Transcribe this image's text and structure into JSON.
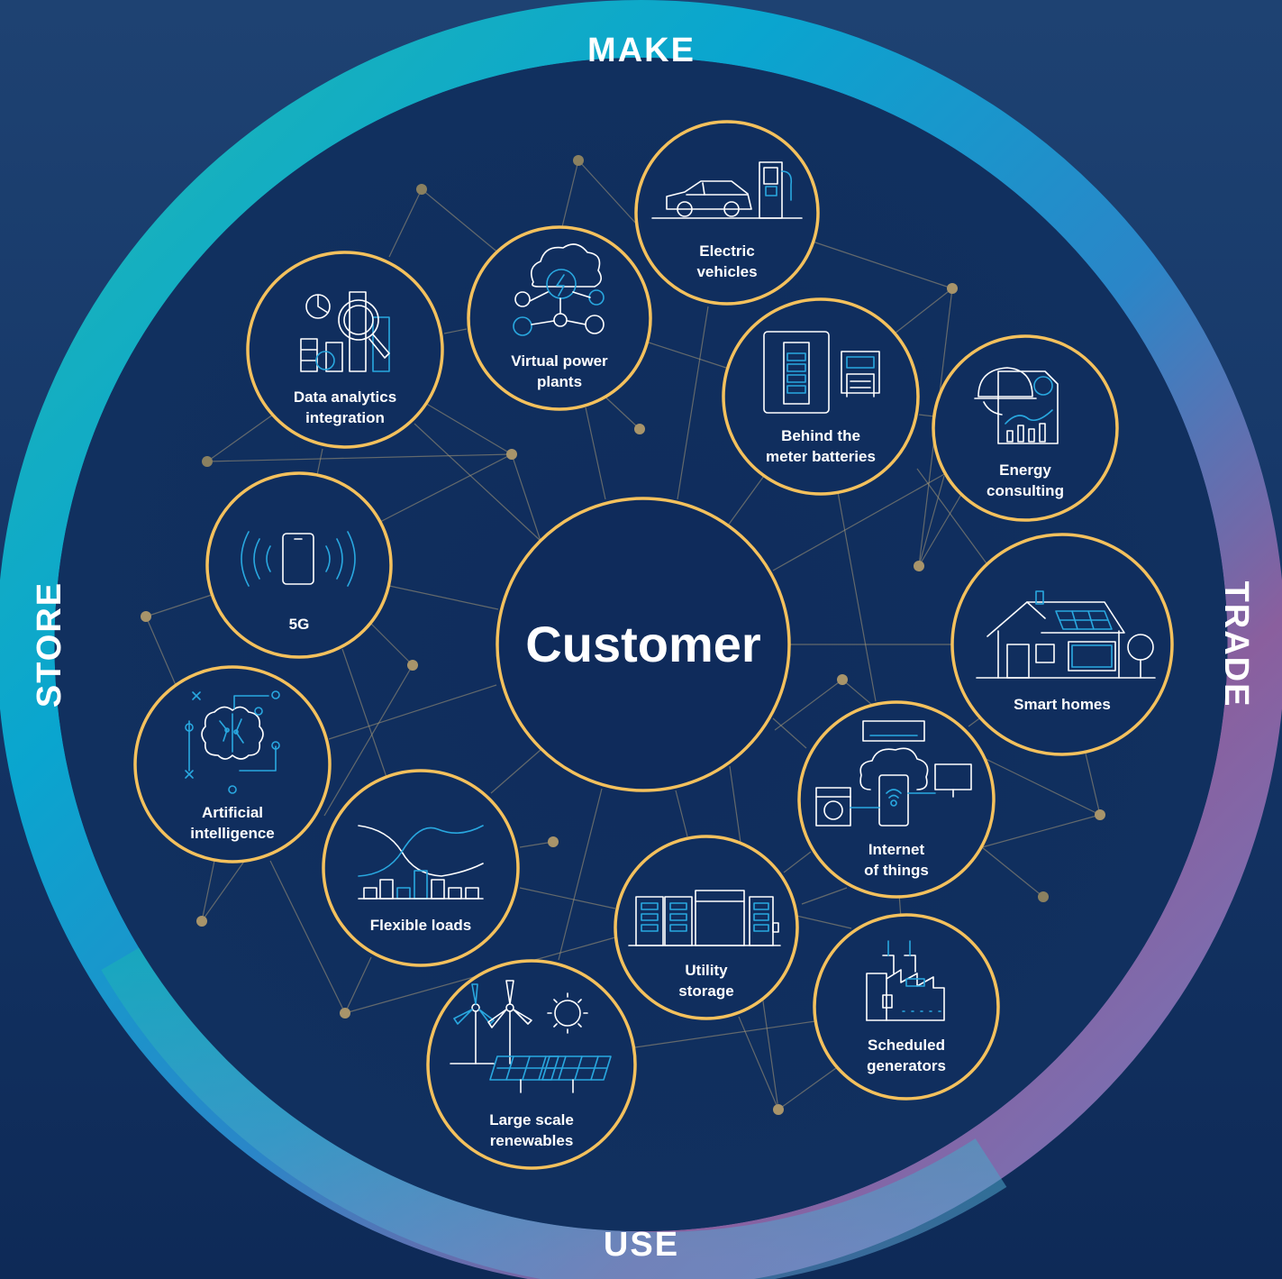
{
  "ring": {
    "make": "MAKE",
    "trade": "TRADE",
    "use": "USE",
    "store": "STORE"
  },
  "center": {
    "label": "Customer"
  },
  "nodes": {
    "electric_vehicles": [
      "Electric",
      "vehicles"
    ],
    "virtual_power_plants": [
      "Virtual power",
      "plants"
    ],
    "data_analytics": [
      "Data analytics",
      "integration"
    ],
    "behind_meter": [
      "Behind the",
      "meter batteries"
    ],
    "energy_consulting": [
      "Energy",
      "consulting"
    ],
    "five_g": [
      "5G"
    ],
    "smart_homes": [
      "Smart homes"
    ],
    "artificial_intelligence": [
      "Artificial",
      "intelligence"
    ],
    "internet_of_things": [
      "Internet",
      "of things"
    ],
    "flexible_loads": [
      "Flexible loads"
    ],
    "utility_storage": [
      "Utility",
      "storage"
    ],
    "scheduled_generators": [
      "Scheduled",
      "generators"
    ],
    "large_scale_renewables": [
      "Large scale",
      "renewables"
    ]
  },
  "colors": {
    "ring_top": "#0aa5cf",
    "ring_right": "#8a5f9e",
    "ring_left": "#2ab0b0",
    "ring_bottom": "#5a8ccf",
    "node_border": "#f4c15d",
    "node_fill": "#102e5e",
    "icon_accent": "#29a8e0"
  }
}
